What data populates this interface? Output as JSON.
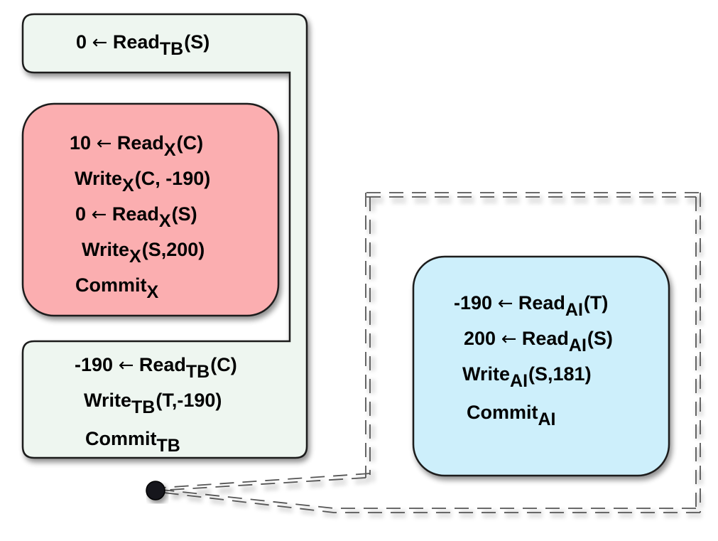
{
  "colors": {
    "tb_fill": "#eef6f0",
    "x_fill": "#fbaeb0",
    "ai_fill": "#cdeffb",
    "stroke": "#1a1a1a",
    "dashed": "#555555"
  },
  "tb_top": {
    "lines": [
      {
        "prefix": "0",
        "arrow": "←",
        "op": "Read",
        "sub": "TB",
        "args": "(S)"
      }
    ]
  },
  "x_block": {
    "lines": [
      {
        "prefix": "10",
        "arrow": "←",
        "op": "Read",
        "sub": "X",
        "args": "(C)"
      },
      {
        "prefix": "",
        "arrow": "",
        "op": "Write",
        "sub": "X",
        "args": "(C, -190)"
      },
      {
        "prefix": "0",
        "arrow": "←",
        "op": "Read",
        "sub": "X",
        "args": "(S)"
      },
      {
        "prefix": "",
        "arrow": "",
        "op": "Write",
        "sub": "X",
        "args": "(S,200)"
      },
      {
        "prefix": "",
        "arrow": "",
        "op": "Commit",
        "sub": "X",
        "args": ""
      }
    ]
  },
  "tb_bottom": {
    "lines": [
      {
        "prefix": "-190",
        "arrow": "←",
        "op": "Read",
        "sub": "TB",
        "args": "(C)"
      },
      {
        "prefix": "",
        "arrow": "",
        "op": "Write",
        "sub": "TB",
        "args": "(T,-190)"
      },
      {
        "prefix": "",
        "arrow": "",
        "op": "Commit",
        "sub": "TB",
        "args": ""
      }
    ]
  },
  "ai_block": {
    "lines": [
      {
        "prefix": "-190",
        "arrow": "←",
        "op": "Read",
        "sub": "AI",
        "args": "(T)"
      },
      {
        "prefix": "200",
        "arrow": "←",
        "op": "Read",
        "sub": "AI",
        "args": "(S)"
      },
      {
        "prefix": "",
        "arrow": "",
        "op": "Write",
        "sub": "AI",
        "args": "(S,181)"
      },
      {
        "prefix": "",
        "arrow": "",
        "op": "Commit",
        "sub": "AI",
        "args": ""
      }
    ]
  }
}
